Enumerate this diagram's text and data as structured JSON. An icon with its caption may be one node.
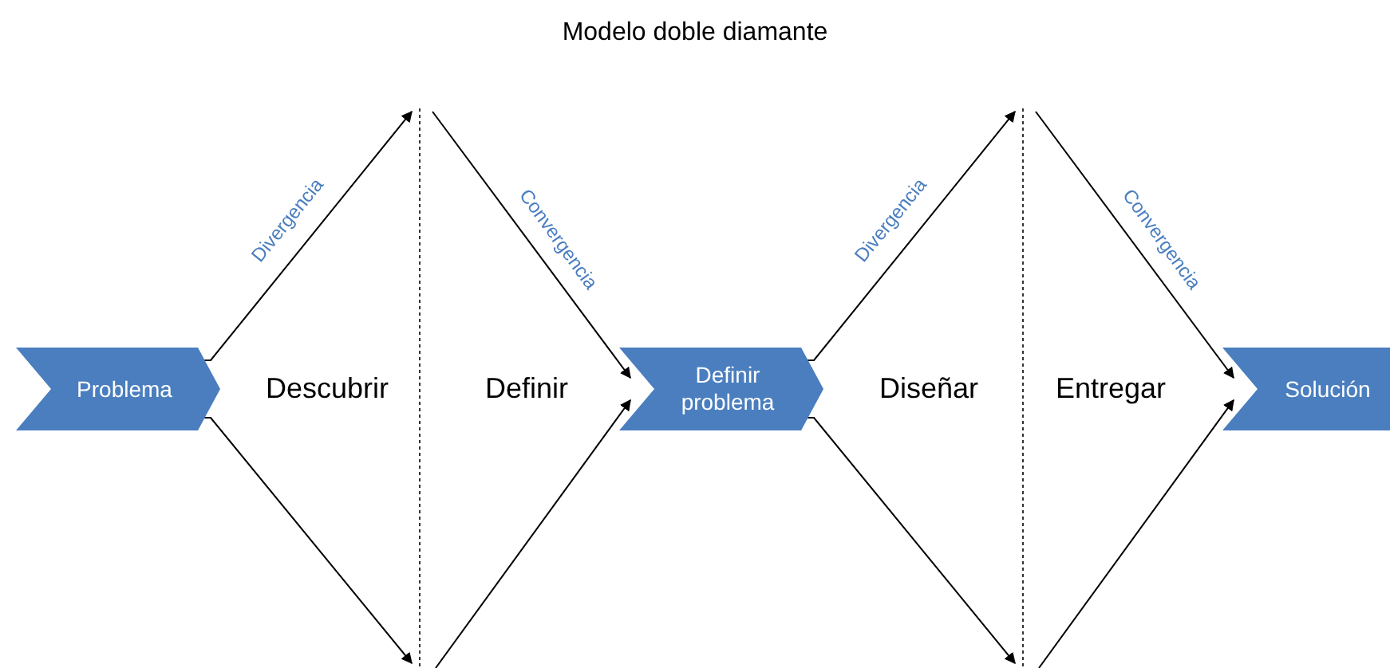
{
  "diagram": {
    "title": "Modelo doble diamante",
    "nodes": [
      {
        "text": [
          "Problema"
        ]
      },
      {
        "text": [
          "Definir problema"
        ]
      },
      {
        "text": [
          "Solución"
        ]
      }
    ],
    "edges": [
      {
        "from": 0,
        "to": null,
        "arrow": "to",
        "label": "Divergencia"
      },
      {
        "from": 0,
        "to": null,
        "arrow": "to"
      },
      {
        "from": null,
        "to": 1,
        "arrow": "to",
        "label": "Convergencia"
      },
      {
        "from": null,
        "to": 1,
        "arrow": "to"
      },
      {
        "from": 1,
        "to": null,
        "arrow": "to",
        "label": "Divergencia"
      },
      {
        "from": 1,
        "to": null,
        "arrow": "to"
      },
      {
        "from": null,
        "to": 2,
        "arrow": "to",
        "label": "Convergencia"
      },
      {
        "from": null,
        "to": 2,
        "arrow": "to"
      }
    ],
    "labels": [
      "Descubrir",
      "Definir",
      "Diseñar",
      "Entregar"
    ]
  }
}
